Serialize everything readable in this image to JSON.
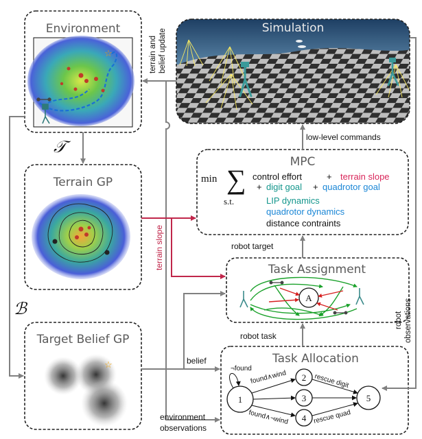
{
  "boxes": {
    "environment": "Environment",
    "simulation": "Simulation",
    "terrain_gp": "Terrain GP",
    "mpc": "MPC",
    "task_assignment": "Task Assignment",
    "target_belief_gp": "Target Belief GP",
    "task_allocation": "Task Allocation"
  },
  "symbols": {
    "terrain_transform": "𝒯",
    "belief_set": "ℬ"
  },
  "arrow_labels": {
    "terrain_belief_update_1": "terrain and",
    "terrain_belief_update_2": "belief update",
    "low_level_commands": "low-level commands",
    "robot_target": "robot target",
    "terrain_slope": "terrain slope",
    "robot_task": "robot task",
    "belief": "belief",
    "robot_observations_1": "robot",
    "robot_observations_2": "observations",
    "environment_observations_1": "environment",
    "environment_observations_2": "observations"
  },
  "mpc": {
    "min": "min",
    "sum": "∑",
    "st": "s.t.",
    "term1": "control effort",
    "plus1": "+",
    "term2": "terrain slope",
    "plus2": "+",
    "term3": "digit goal",
    "plus3": "+",
    "term4": "quadrotor goal",
    "c1": "LIP dynamics",
    "c2": "quadrotor dynamics",
    "c3": "distance contraints"
  },
  "task_assignment": {
    "node": "A"
  },
  "task_allocation": {
    "nodes": [
      "1",
      "2",
      "3",
      "4",
      "5"
    ],
    "self_loop": "¬found",
    "edge_found_wind": "found∧wind",
    "edge_found_not_wind": "found∧¬wind",
    "edge_rescue_digit": "rescue digit",
    "edge_rescue_quad": "rescue quad"
  },
  "colors": {
    "dashed_border": "#222222",
    "flow_arrow": "#808080",
    "terrain_slope": "#c0264a",
    "teal": "#13968c",
    "blue": "#1a86d6",
    "pink": "#d9265a",
    "green_arrow": "#1aa12a",
    "red_arrow": "#d62020"
  }
}
